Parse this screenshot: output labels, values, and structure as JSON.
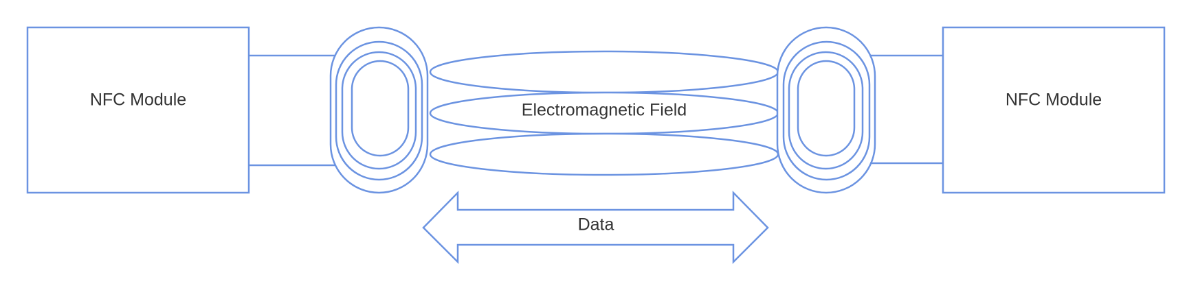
{
  "diagram": {
    "stroke_color": "#6b93e1",
    "text_color": "#333333",
    "left_module": {
      "label": "NFC Module"
    },
    "right_module": {
      "label": "NFC Module"
    },
    "field": {
      "label": "Electromagnetic Field"
    },
    "data_arrow": {
      "label": "Data"
    },
    "left_coil": {
      "icon": "coil-icon",
      "loops": 4
    },
    "right_coil": {
      "icon": "coil-icon",
      "loops": 4
    }
  }
}
